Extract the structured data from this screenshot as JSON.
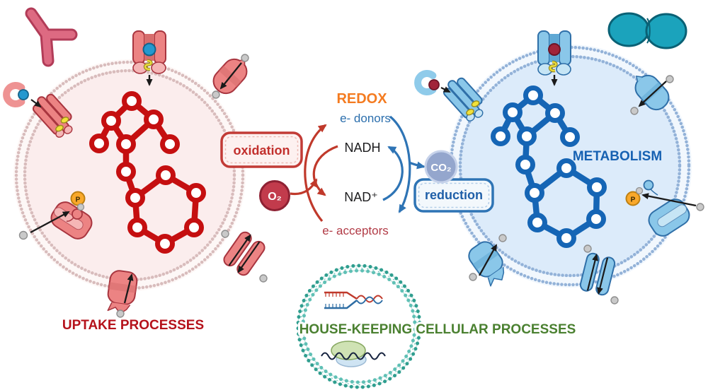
{
  "redox_cycle": {
    "title": "REDOX",
    "electron_donors": "e- donors",
    "nadh": "NADH",
    "nad_plus": "NAD⁺",
    "electron_acceptors": "e- acceptors",
    "oxidation_badge": "oxidation",
    "reduction_badge": "reduction"
  },
  "molecules": {
    "o2": "O₂",
    "co2": "CO₂",
    "phosphate": "P"
  },
  "left_cell": {
    "label": "UPTAKE PROCESSES"
  },
  "right_cell": {
    "label": "METABOLISM"
  },
  "housekeeping": {
    "label": "HOUSE-KEEPING CELLULAR PROCESSES"
  },
  "colors": {
    "uptake_red": "#b5121b",
    "network_red": "#c50f10",
    "cell_pink_fill": "#fbeded",
    "membrane_pink": "#d8bcbc",
    "transporter_pink": "#ec8383",
    "metabolism_blue": "#1661b2",
    "network_blue": "#1565b5",
    "cell_blue_fill": "#dcebfa",
    "membrane_blue": "#93b2d8",
    "transporter_blue": "#8ac7e9",
    "redox_orange": "#f47b20",
    "donor_blue": "#2c6fad",
    "acceptor_red": "#b13a45",
    "o2_fill": "#c23b4c",
    "co2_fill": "#94a6cd",
    "phosphate_orange": "#f9a82a",
    "housekeeping_green": "#4a8030",
    "plasmid_teal": "#2f9e8f",
    "dividing_cell_teal": "#1ba3bc"
  }
}
